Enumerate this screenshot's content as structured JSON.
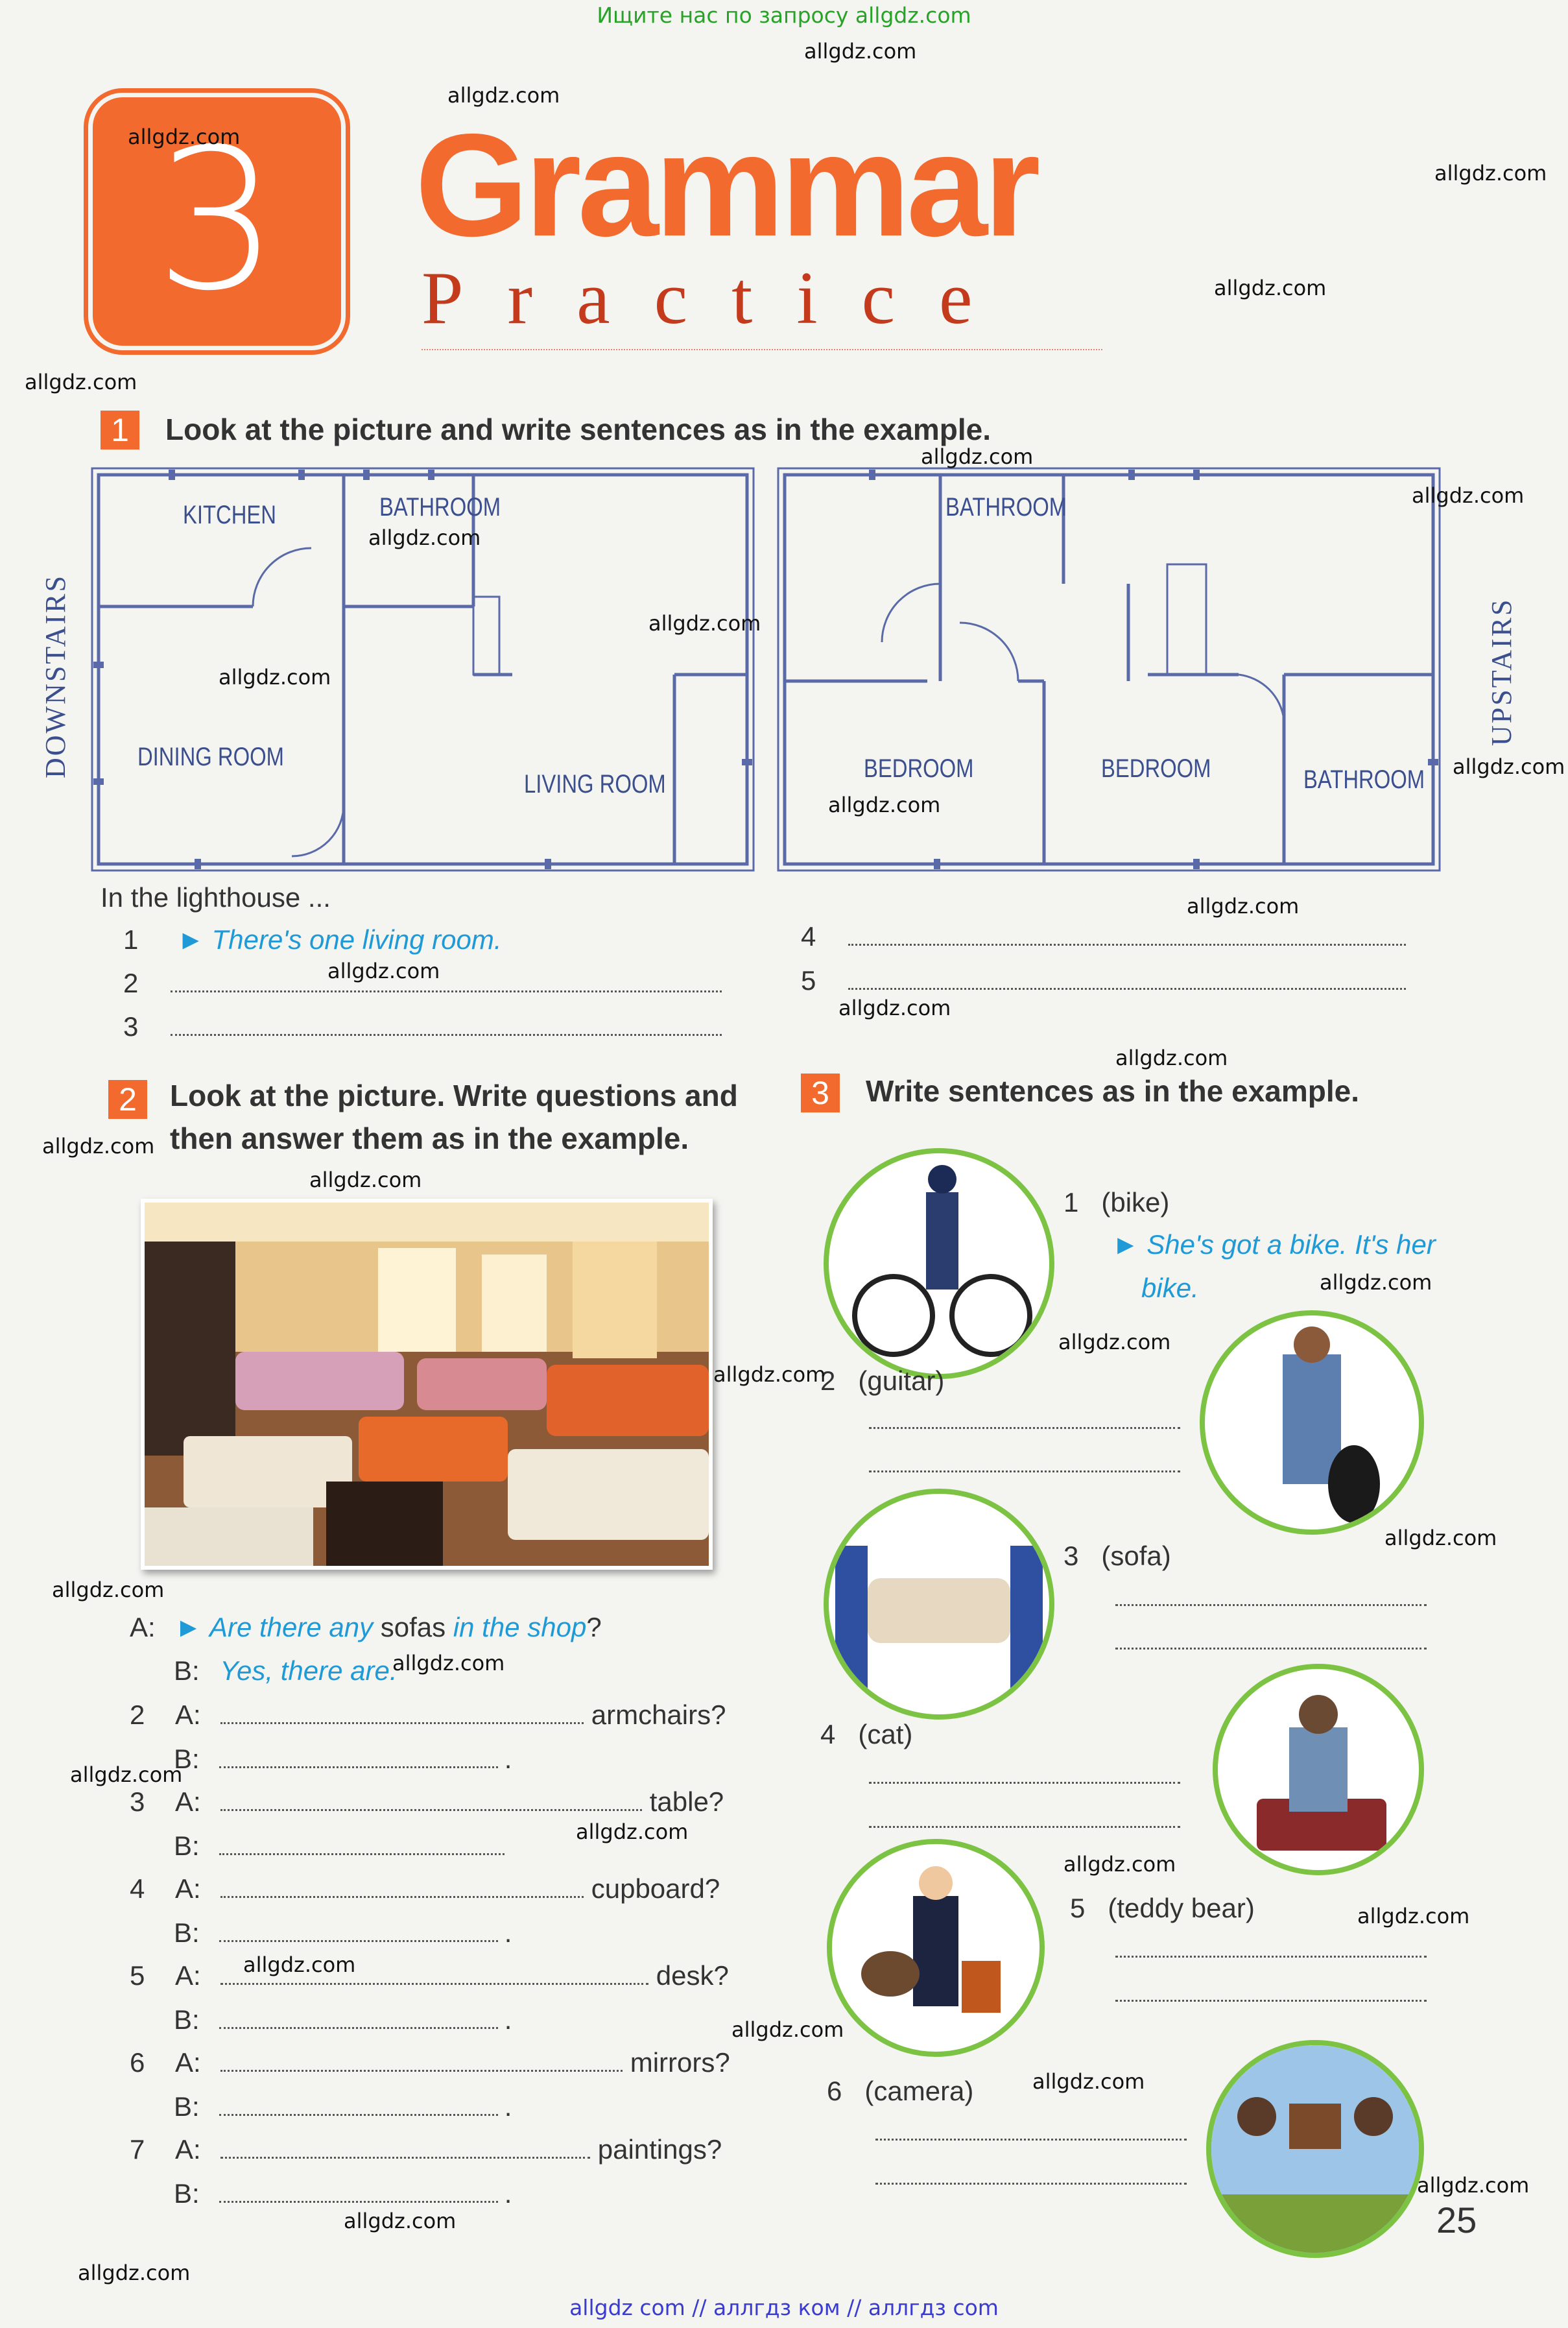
{
  "top_banner": "Ищите нас по запросу allgdz.com",
  "bottom_banner": "allgdz com  //  аллгдз ком  //  аллгдз com",
  "watermark": "allgdz.com",
  "unit_number": "3",
  "title_main": "Grammar",
  "title_sub": "Practice",
  "page_number": "25",
  "ex1": {
    "number": "1",
    "instruction": "Look at the picture and write sentences as in the example.",
    "downstairs_label": "DOWNSTAIRS",
    "upstairs_label": "UPSTAIRS",
    "rooms_down": [
      "KITCHEN",
      "BATHROOM",
      "DINING ROOM",
      "LIVING ROOM"
    ],
    "rooms_up": [
      "BATHROOM",
      "BEDROOM",
      "BEDROOM",
      "BATHROOM"
    ],
    "intro": "In the lighthouse ...",
    "example_num": "1",
    "example": "There's one living room.",
    "blank_nums": [
      "2",
      "3",
      "4",
      "5"
    ]
  },
  "ex2": {
    "number": "2",
    "instruction_1": "Look at the picture. Write questions and",
    "instruction_2": "then answer them as in the example.",
    "q1_a_label": "A:",
    "q1_a_blue1": "Are there any",
    "q1_a_black": "sofas",
    "q1_a_blue2": "in the shop",
    "q1_a_end": "?",
    "q1_b_label": "B:",
    "q1_b": "Yes, there are.",
    "items": [
      {
        "num": "2",
        "word": "armchairs?"
      },
      {
        "num": "3",
        "word": "table?"
      },
      {
        "num": "4",
        "word": "cupboard?"
      },
      {
        "num": "5",
        "word": "desk?"
      },
      {
        "num": "6",
        "word": "mirrors?"
      },
      {
        "num": "7",
        "word": "paintings?"
      }
    ],
    "a_label": "A:",
    "b_label": "B:",
    "b_end": "."
  },
  "ex3": {
    "number": "3",
    "instruction": "Write sentences as in the example.",
    "items": [
      {
        "num": "1",
        "word": "(bike)"
      },
      {
        "num": "2",
        "word": "(guitar)"
      },
      {
        "num": "3",
        "word": "(sofa)"
      },
      {
        "num": "4",
        "word": "(cat)"
      },
      {
        "num": "5",
        "word": "(teddy bear)"
      },
      {
        "num": "6",
        "word": "(camera)"
      }
    ],
    "example_1": "She's got a bike. It's her",
    "example_2": "bike."
  },
  "colors": {
    "orange": "#f26a2e",
    "blue_text": "#1f9ad6",
    "plan_blue": "#3b4f8f",
    "circle_green": "#7cc243"
  }
}
